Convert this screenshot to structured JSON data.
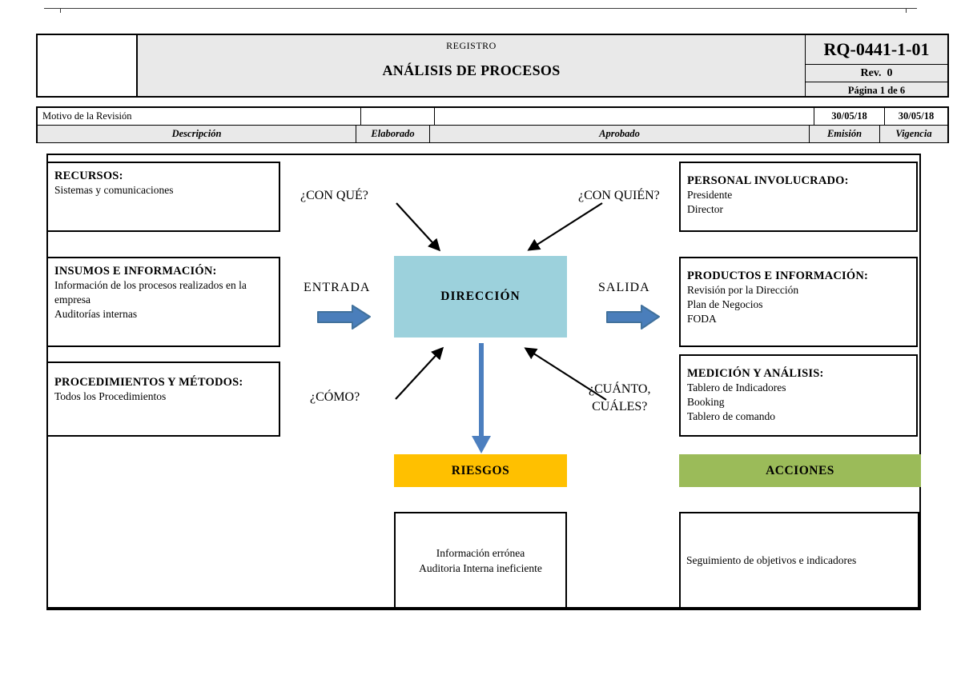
{
  "colors": {
    "header_bg": "#E9E9E9",
    "direccion": "#9CD1DC",
    "riesgos": "#FFC000",
    "acciones": "#9BBB59",
    "arrow_blue": "#4C7FBF",
    "block_arrow_fill": "#4A7EBB",
    "block_arrow_stroke": "#41719C"
  },
  "header": {
    "doc_type": "REGISTRO",
    "title": "ANÁLISIS DE PROCESOS",
    "code": "RQ-0441-1-01",
    "revision": "Rev.  0",
    "page_number": "Página 1 de 6"
  },
  "revision_table": {
    "motivo": "Motivo de la Revisión",
    "descripcion": "Descripción",
    "elaborado": "Elaborado",
    "aprobado": "Aprobado",
    "emision": "Emisión",
    "vigencia": "Vigencia",
    "emision_date": "30/05/18",
    "vigencia_date": "30/05/18"
  },
  "diagram": {
    "recursos": {
      "title": "RECURSOS:",
      "line1": "Sistemas y comunicaciones"
    },
    "insumos": {
      "title": "INSUMOS E INFORMACIÓN:",
      "line1": "Información de los procesos realizados en la empresa",
      "line2": "Auditorías internas"
    },
    "procedimientos": {
      "title": "PROCEDIMIENTOS Y MÉTODOS:",
      "line1": "Todos los Procedimientos"
    },
    "personal": {
      "title": "PERSONAL INVOLUCRADO:",
      "line1": "Presidente",
      "line2": "Director"
    },
    "productos": {
      "title": "PRODUCTOS E INFORMACIÓN:",
      "line1": "Revisión por la Dirección",
      "line2": "Plan de Negocios",
      "line3": "FODA"
    },
    "medicion": {
      "title": "MEDICIÓN Y ANÁLISIS:",
      "line1": "Tablero de Indicadores",
      "line2": "Booking",
      "line3": "Tablero de comando"
    },
    "labels": {
      "con_que": "¿CON QUÉ?",
      "con_quien": "¿CON QUIÉN?",
      "entrada": "ENTRADA",
      "salida": "SALIDA",
      "como": "¿CÓMO?",
      "cuanto_line1": "¿CUÁNTO,",
      "cuanto_line2": "CUÁLES?"
    },
    "direccion": "DIRECCIÓN",
    "riesgos": "RIESGOS",
    "acciones": "ACCIONES",
    "riesgos_detail": {
      "line1": "Información errónea",
      "line2": "Auditoria Interna ineficiente"
    },
    "acciones_detail": "Seguimiento de objetivos e indicadores"
  }
}
